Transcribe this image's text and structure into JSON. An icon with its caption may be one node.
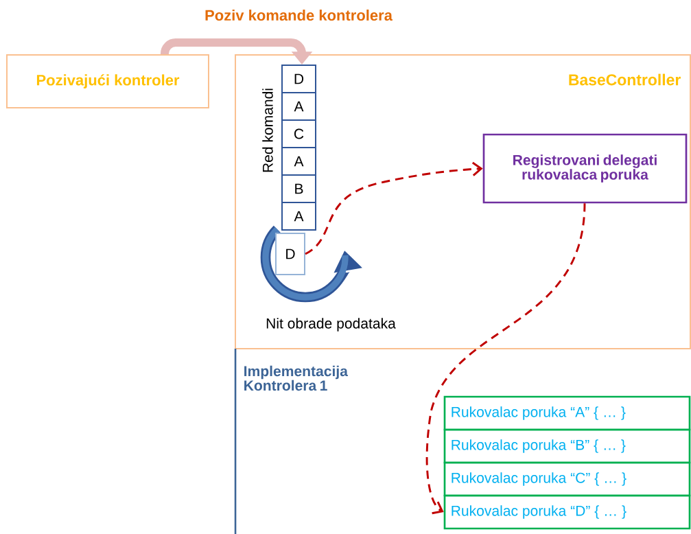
{
  "diagram": {
    "nodes": [
      {
        "text": [
          "Pozivajući kontroler"
        ]
      },
      {
        "text": [
          "BaseController"
        ]
      },
      {
        "text": [
          "D"
        ],
        "in": 1
      },
      {
        "text": [
          "A"
        ],
        "in": 1
      },
      {
        "text": [
          "C"
        ],
        "in": 1
      },
      {
        "text": [
          "A"
        ],
        "in": 1
      },
      {
        "text": [
          "B"
        ],
        "in": 1
      },
      {
        "text": [
          "A"
        ],
        "in": 1
      },
      {
        "text": [
          "D"
        ],
        "in": 1
      },
      {
        "text": [
          "Registrovani delegati rukovalaca poruka"
        ],
        "in": 1
      },
      {
        "text": [
          "Implementacija Kontrolera 1"
        ]
      },
      {
        "text": [
          "Rukovalac poruka “A” { … }"
        ]
      },
      {
        "text": [
          "Rukovalac poruka “B” { … }"
        ]
      },
      {
        "text": [
          "Rukovalac poruka “C” { … }"
        ]
      },
      {
        "text": [
          "Rukovalac poruka “D” { … }"
        ]
      }
    ],
    "edges": [
      {
        "from": 0,
        "to": 2,
        "arrow": "to",
        "label": "Poziv komande kontrolera",
        "style": "thick",
        "color": "#e6b9b8"
      },
      {
        "from": 8,
        "to": 9,
        "arrow": "to",
        "style": "dashed"
      },
      {
        "from": 9,
        "to": 14,
        "arrow": "to",
        "style": "dashed"
      }
    ],
    "labels": [
      "Red komandi",
      "Nit obrade podataka"
    ]
  }
}
